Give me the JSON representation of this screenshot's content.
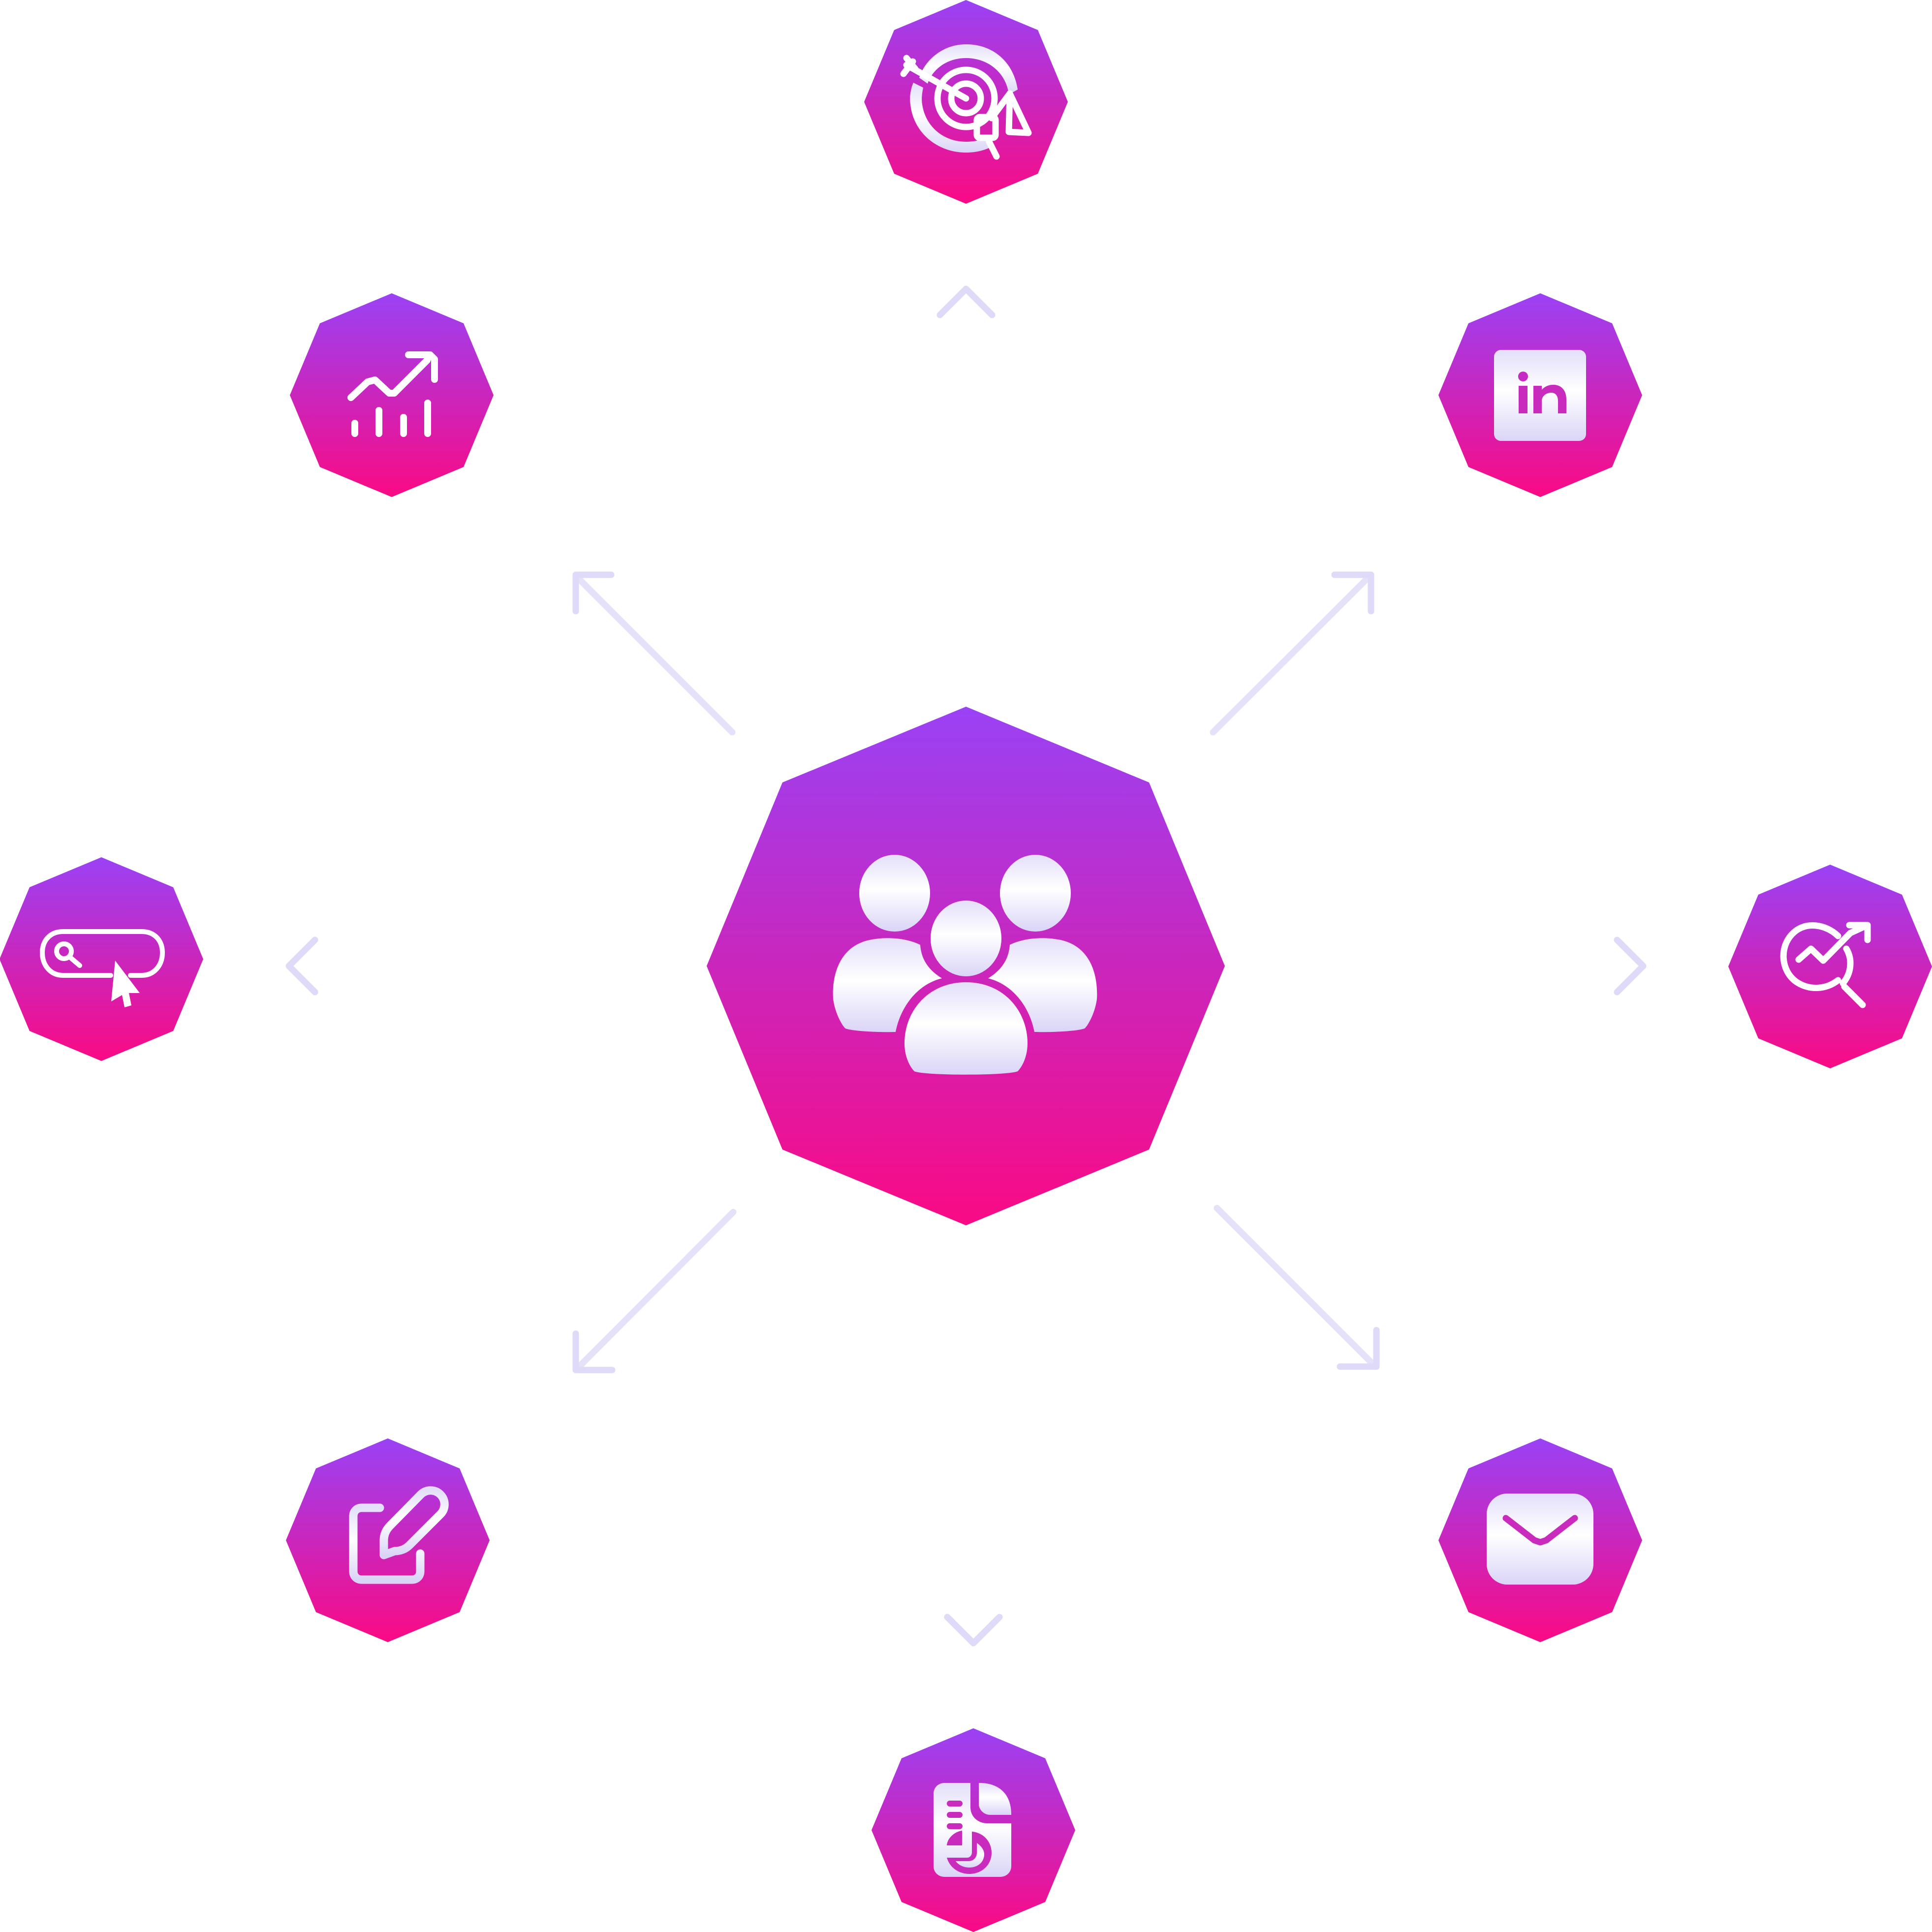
{
  "colors": {
    "gradient_top": "#9A42F5",
    "gradient_bottom": "#FA0A84",
    "icon_light": "#FFFFFF",
    "icon_lavender": "#DEDAF8",
    "arrow": "#DEDAF8"
  },
  "center": {
    "icon": "team-group-icon"
  },
  "satellites": [
    {
      "id": "top",
      "icon": "target-strategy-icon"
    },
    {
      "id": "top-right",
      "icon": "linkedin-icon"
    },
    {
      "id": "right",
      "icon": "trend-analysis-icon"
    },
    {
      "id": "bottom-right",
      "icon": "email-icon"
    },
    {
      "id": "bottom",
      "icon": "report-document-icon"
    },
    {
      "id": "bottom-left",
      "icon": "edit-content-icon"
    },
    {
      "id": "left",
      "icon": "search-click-icon"
    },
    {
      "id": "top-left",
      "icon": "growth-chart-icon"
    }
  ]
}
